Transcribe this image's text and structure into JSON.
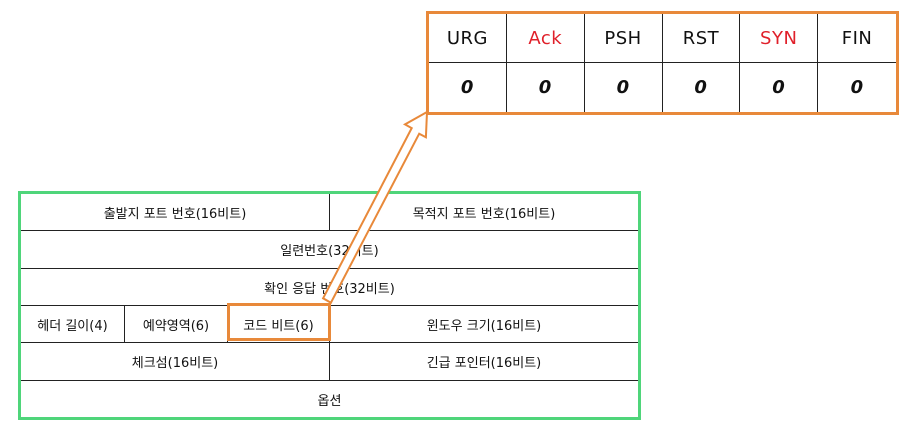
{
  "flags_table": {
    "headers": [
      "URG",
      "Ack",
      "PSH",
      "RST",
      "SYN",
      "FIN"
    ],
    "values": [
      "0",
      "0",
      "0",
      "0",
      "0",
      "0"
    ],
    "highlighted_headers": [
      "Ack",
      "SYN"
    ]
  },
  "tcp_header": {
    "source_port": "출발지 포트 번호(16비트)",
    "dest_port": "목적지 포트 번호(16비트)",
    "sequence_number": "일련번호(32비트)",
    "ack_number": "확인 응답 번호(32비트)",
    "header_length": "헤더 길이(4)",
    "reserved": "예약영역(6)",
    "code_bits": "코드 비트(6)",
    "window_size": "윈도우 크기(16비트)",
    "checksum": "체크섬(16비트)",
    "urgent_pointer": "긴급 포인터(16비트)",
    "options": "옵션"
  },
  "colors": {
    "flags_border": "#E8893A",
    "tcp_border": "#4FD57A",
    "highlight_text": "#E0202A",
    "arrow": "#E8893A"
  }
}
